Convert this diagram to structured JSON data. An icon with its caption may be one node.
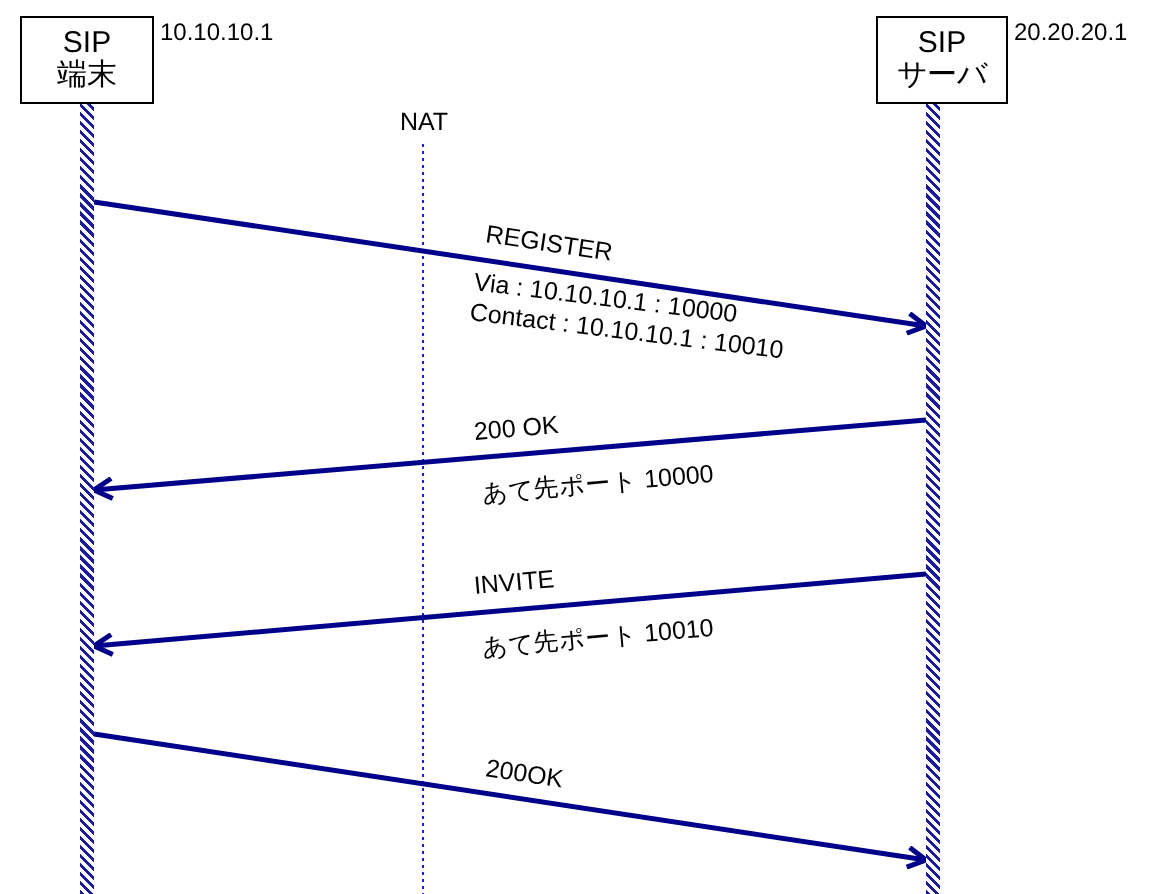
{
  "diagram": {
    "nodes": [
      {
        "text": [
          "SIP 端末"
        ],
        "beside": [
          "10.10.10.1"
        ]
      },
      {
        "text": [
          "SIP サーバ"
        ],
        "beside": [
          "20.20.20.1"
        ]
      },
      {
        "text": [],
        "shape": "bar"
      },
      {
        "text": [],
        "shape": "bar"
      }
    ],
    "edges": [
      {
        "from": 2,
        "to": 3,
        "arrow": "to",
        "label": "REGISTER"
      },
      {
        "from": 3,
        "to": 2,
        "arrow": "to",
        "label": "200 OK"
      },
      {
        "from": 3,
        "to": 2,
        "arrow": "to",
        "label": "INVITE"
      },
      {
        "from": 2,
        "to": 3,
        "arrow": "to",
        "label": "200OK"
      }
    ],
    "labels": [
      "NAT",
      "Via : 10.10.10.1 : 10000",
      "Contact : 10.10.10.1 : 10010",
      "あて先ポート 10000",
      "あて先ポート 10010"
    ]
  }
}
